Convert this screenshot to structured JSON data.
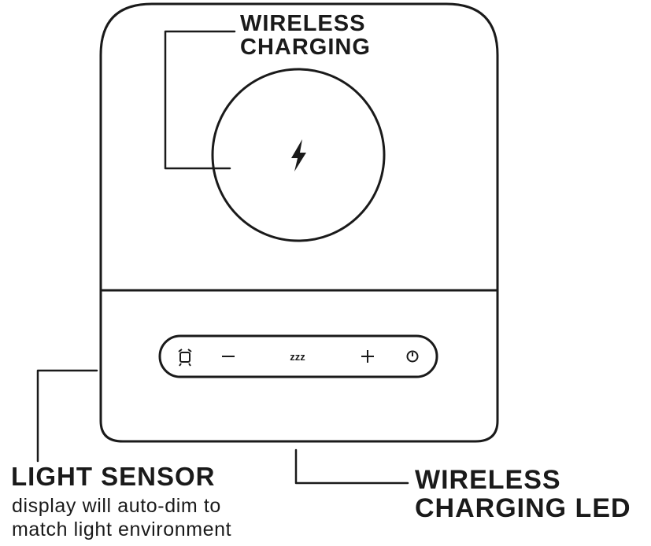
{
  "callouts": {
    "wireless_charging": {
      "line1": "WIRELESS",
      "line2": "CHARGING"
    },
    "light_sensor": {
      "title": "LIGHT SENSOR",
      "desc_line1": "display will auto-dim to",
      "desc_line2": "match light environment"
    },
    "wireless_charging_led": {
      "line1": "WIRELESS",
      "line2": "CHARGING LED"
    }
  },
  "control_panel": {
    "buttons": [
      {
        "icon": "alarm-clock-icon"
      },
      {
        "icon": "minus-icon"
      },
      {
        "icon": "snooze-icon",
        "text": "zzz"
      },
      {
        "icon": "plus-icon"
      },
      {
        "icon": "power-icon"
      }
    ]
  },
  "charging_pad": {
    "icon": "lightning-bolt-icon"
  },
  "colors": {
    "ink": "#1a1a1a",
    "background": "#ffffff"
  }
}
